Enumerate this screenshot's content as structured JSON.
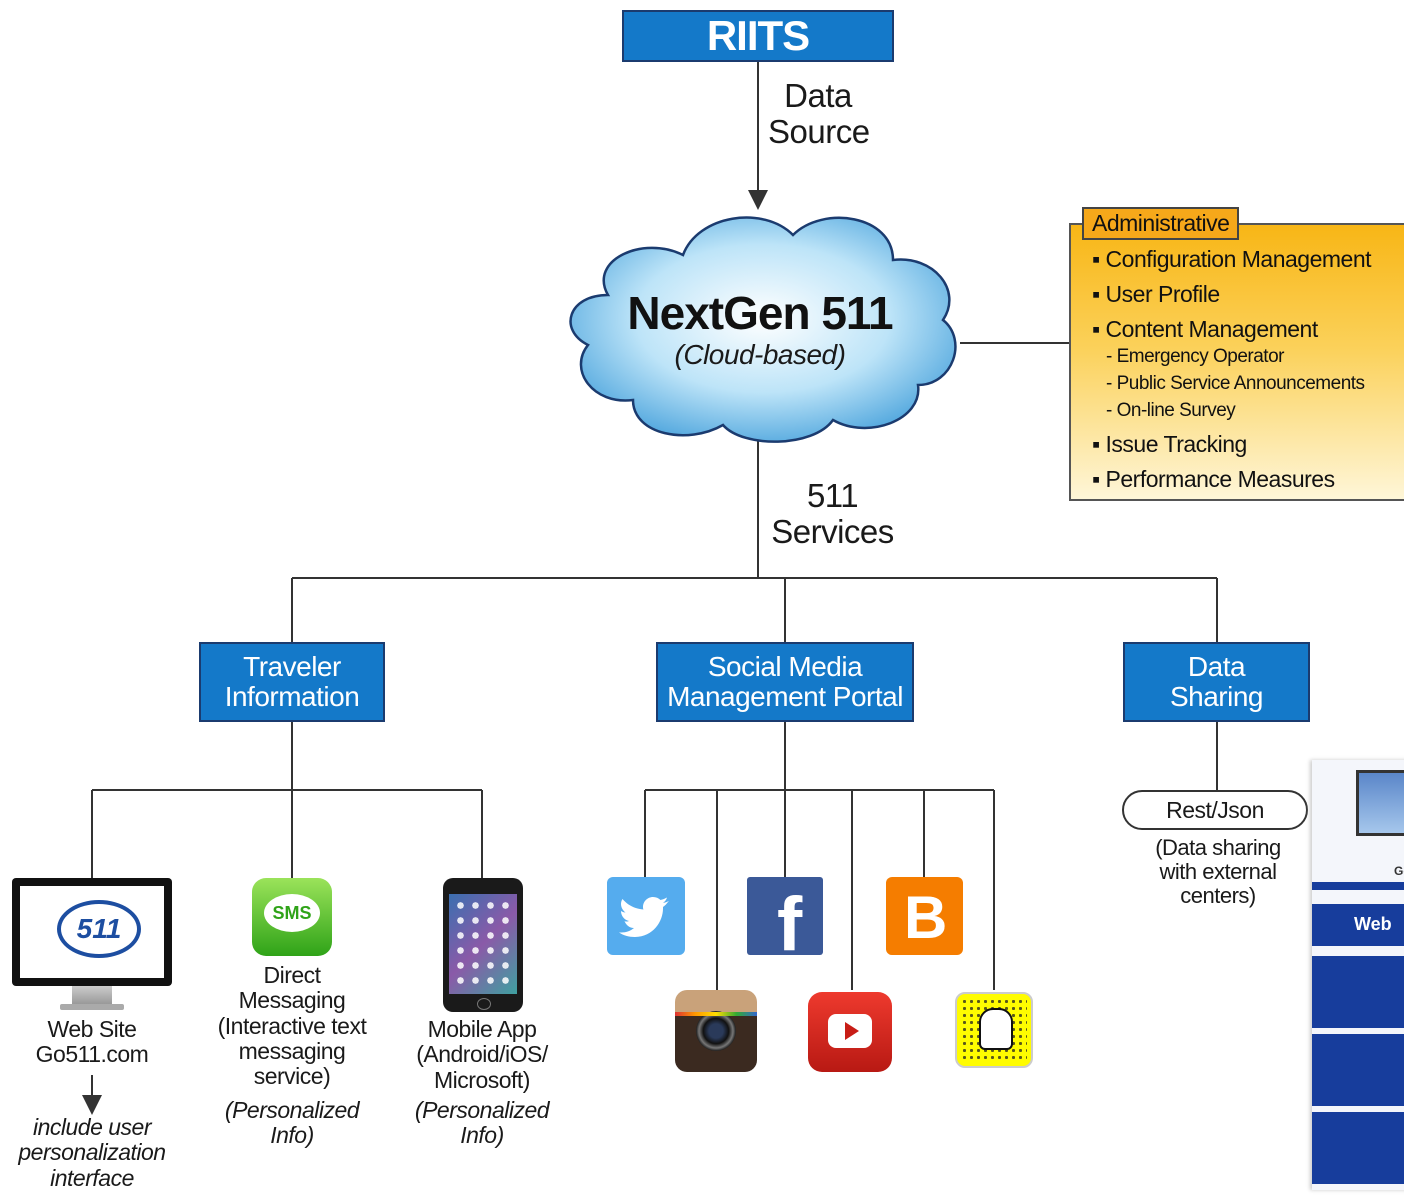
{
  "source": {
    "title": "RIITS",
    "edge_label_line1": "Data",
    "edge_label_line2": "Source"
  },
  "cloud": {
    "title": "NextGen 511",
    "subtitle": "(Cloud-based)"
  },
  "services_label": {
    "line1": "511",
    "line2": "Services"
  },
  "admin": {
    "title": "Administrative",
    "items": [
      "Configuration Management",
      "User Profile",
      "Content Management",
      "Issue Tracking",
      "Performance Measures"
    ],
    "subitems": [
      "- Emergency Operator",
      "- Public Service Announcements",
      "- On-line Survey"
    ]
  },
  "branches": {
    "traveler": {
      "line1": "Traveler",
      "line2": "Information"
    },
    "social": {
      "line1": "Social Media",
      "line2": "Management Portal"
    },
    "data": {
      "line1": "Data",
      "line2": "Sharing"
    }
  },
  "traveler_children": {
    "website": {
      "line1": "Web Site",
      "line2": "Go511.com",
      "note1": "include user",
      "note2": "personalization",
      "note3": "interface",
      "logo_text": "511"
    },
    "sms": {
      "badge": "SMS",
      "line1": "Direct",
      "line2": "Messaging",
      "line3": "(Interactive text",
      "line4": "messaging",
      "line5": "service)",
      "note1": "(Personalized",
      "note2": "Info)"
    },
    "mobile": {
      "line1": "Mobile App",
      "line2": "(Android/iOS/",
      "line3": "Microsoft)",
      "note1": "(Personalized",
      "note2": "Info)"
    }
  },
  "social_icons": [
    "twitter-icon",
    "instagram-icon",
    "facebook-icon",
    "youtube-icon",
    "blogger-icon",
    "snapchat-icon"
  ],
  "social_glyphs": {
    "facebook": "f",
    "blogger": "B"
  },
  "data_children": {
    "rest": "Rest/Json",
    "desc1": "(Data sharing",
    "desc2": "with external",
    "desc3": "centers)"
  },
  "thumbnail": {
    "web_label": "Web",
    "go_label": "Go"
  },
  "colors": {
    "blue_box": "#1479c9",
    "admin_gold": "#f8b616",
    "arrow": "#333333"
  }
}
